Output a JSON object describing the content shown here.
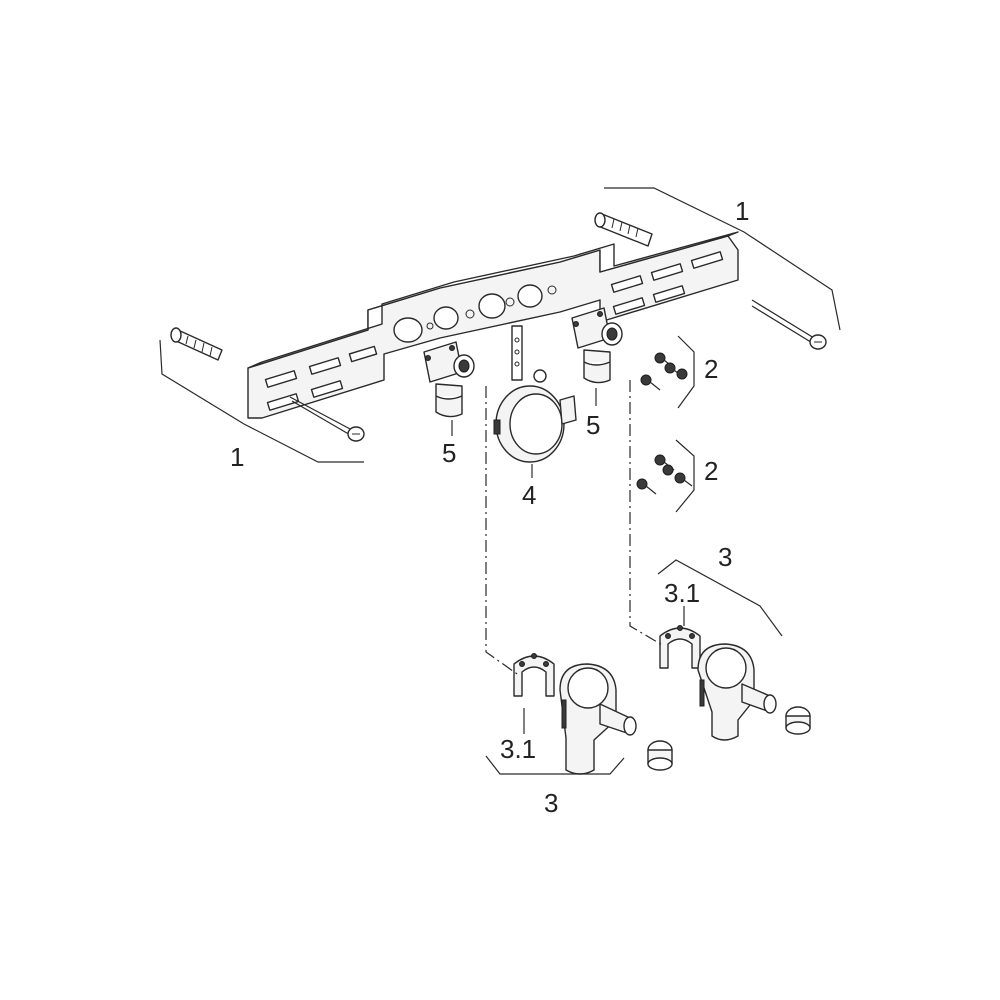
{
  "labels": {
    "screw_anchor_right": "1",
    "screw_anchor_left": "1",
    "screws_upper": "2",
    "screws_lower": "2",
    "elbow_set_left": "3",
    "elbow_set_right": "3",
    "backplate_left": "3.1",
    "backplate_right": "3.1",
    "pipe_clamp": "4",
    "wall_elbow_left": "5",
    "wall_elbow_right": "5"
  }
}
